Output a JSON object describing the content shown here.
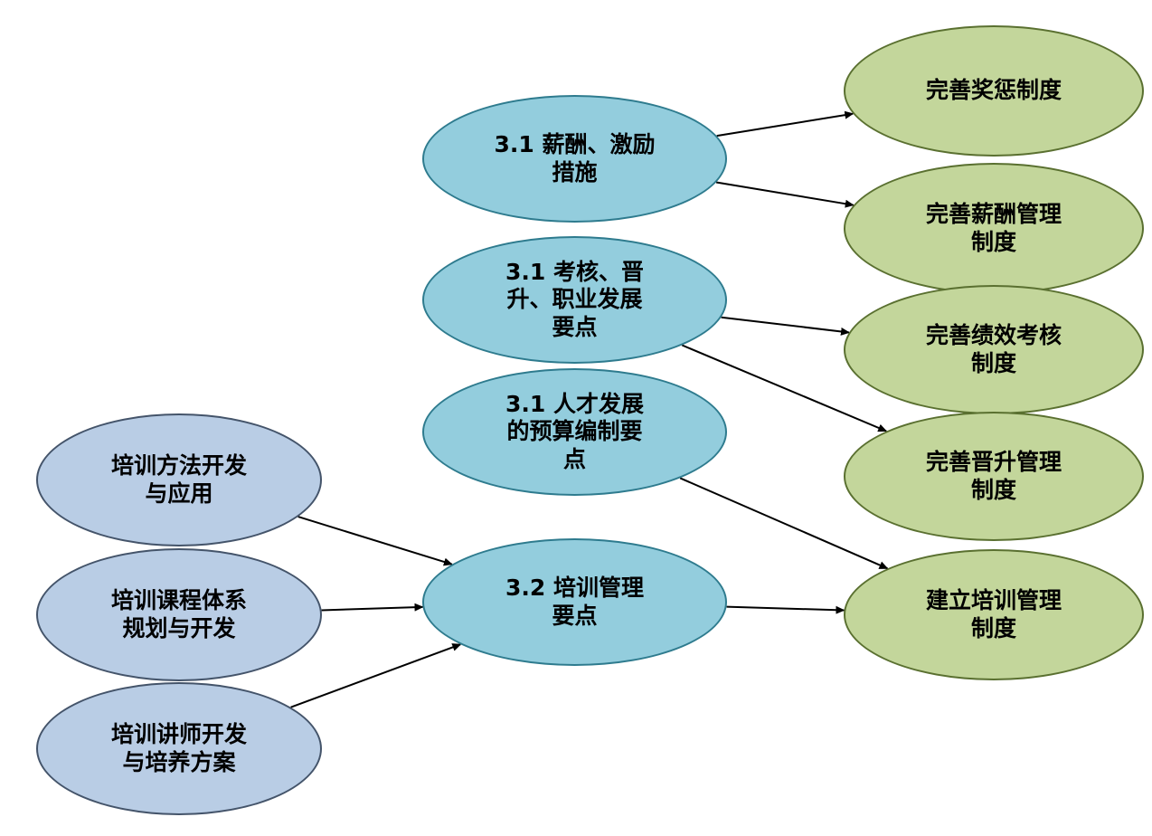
{
  "diagram": {
    "colors": {
      "blue_fill": "#b9cde5",
      "blue_border": "#44546a",
      "cyan_fill": "#93cddd",
      "cyan_border": "#2e7b8e",
      "green_fill": "#c3d69b",
      "green_border": "#5a7030",
      "arrow": "#000000"
    },
    "nodes": {
      "blue1": {
        "label": "培训方法开发\n与应用"
      },
      "blue2": {
        "label": "培训课程体系\n规划与开发"
      },
      "blue3": {
        "label": "培训讲师开发\n与培养方案"
      },
      "cyan1": {
        "label": "3.1 薪酬、激励\n措施"
      },
      "cyan2": {
        "label": "3.1 考核、晋\n升、职业发展\n要点"
      },
      "cyan3": {
        "label": "3.1 人才发展\n的预算编制要\n点"
      },
      "cyan4": {
        "label": "3.2 培训管理\n要点"
      },
      "green1": {
        "label": "完善奖惩制度"
      },
      "green2": {
        "label": "完善薪酬管理\n制度"
      },
      "green3": {
        "label": "完善绩效考核\n制度"
      },
      "green4": {
        "label": "完善晋升管理\n制度"
      },
      "green5": {
        "label": "建立培训管理\n制度"
      }
    },
    "edges": [
      {
        "from": "blue1",
        "to": "cyan4"
      },
      {
        "from": "blue2",
        "to": "cyan4"
      },
      {
        "from": "blue3",
        "to": "cyan4"
      },
      {
        "from": "cyan1",
        "to": "green1"
      },
      {
        "from": "cyan1",
        "to": "green2"
      },
      {
        "from": "cyan2",
        "to": "green3"
      },
      {
        "from": "cyan2",
        "to": "green4"
      },
      {
        "from": "cyan3",
        "to": "green5"
      },
      {
        "from": "cyan4",
        "to": "green5"
      }
    ]
  }
}
